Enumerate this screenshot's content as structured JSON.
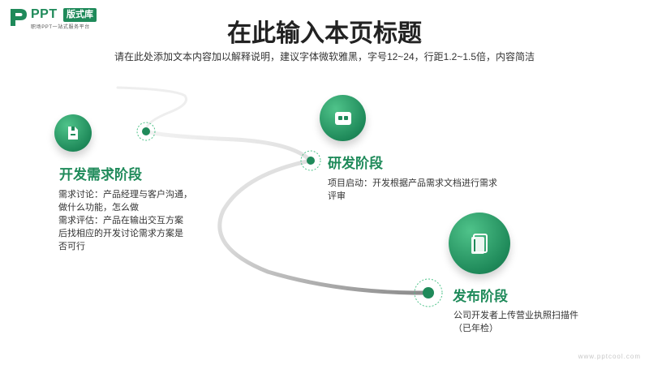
{
  "logo": {
    "brand": "PPT",
    "badge": "版式库",
    "tagline": "职场PPT一站式服务平台"
  },
  "header": {
    "title": "在此输入本页标题",
    "subtitle": "请在此处添加文本内容加以解释说明，建议字体微软雅黑，字号12~24，行距1.2~1.5倍，内容简洁"
  },
  "stages": [
    {
      "title": "开发需求阶段",
      "icon": "document-icon",
      "lines": [
        "需求讨论：产品经理与客户沟通，",
        "做什么功能，怎么做",
        "需求评估：产品在输出交互方案",
        "后找相应的开发讨论需求方案是",
        "否可行"
      ]
    },
    {
      "title": "研发阶段",
      "icon": "chat-icon",
      "lines": [
        "项目启动：开发根据产品需求文档进行需求",
        "评审"
      ]
    },
    {
      "title": "发布阶段",
      "icon": "book-icon",
      "lines": [
        "公司开发者上传营业执照扫描件",
        "（已年检）"
      ]
    }
  ],
  "watermark": "www.pptcool.com",
  "colors": {
    "accent": "#1f8a5a",
    "accent_light": "#4fc38a"
  }
}
